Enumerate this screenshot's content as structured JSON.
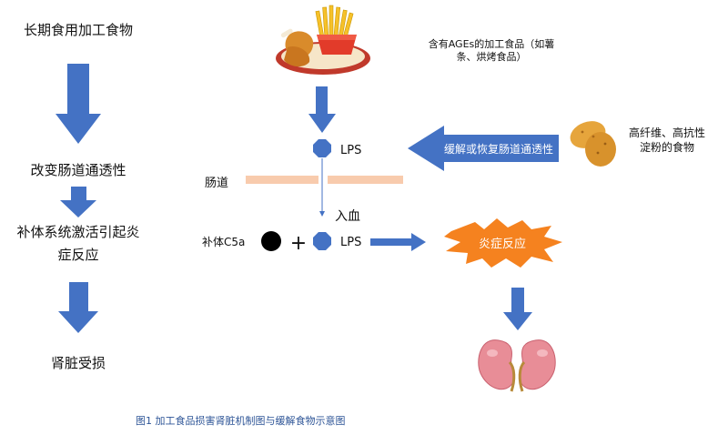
{
  "left_flow": {
    "step1": "长期食用加工食物",
    "step2": "改变肠道通透性",
    "step3_line1": "补体系统激活引起炎",
    "step3_line2": "症反应",
    "step4": "肾脏受损"
  },
  "food": {
    "label_line1": "含有AGEs的加工食品（如薯",
    "label_line2": "条、烘烤食品）"
  },
  "lps": {
    "top_label": "LPS",
    "bottom_label": "LPS"
  },
  "gut": {
    "label": "肠道"
  },
  "blood": {
    "label": "入血"
  },
  "complement": {
    "label": "补体C5a",
    "plus": "+"
  },
  "relief": {
    "arrow_text": "缓解或恢复肠道通透性"
  },
  "potato": {
    "label_line1": "高纤维、高抗性",
    "label_line2": "淀粉的食物"
  },
  "inflammation": {
    "label": "炎症反应"
  },
  "caption": {
    "text": "图1  加工食品损害肾脏机制图与缓解食物示意图"
  },
  "colors": {
    "arrow_blue": "#4472c4",
    "gut_band": "#f8cbad",
    "burst_orange": "#f5821f",
    "caption_blue": "#2e5597",
    "kidney_pink": "#e88d97"
  }
}
